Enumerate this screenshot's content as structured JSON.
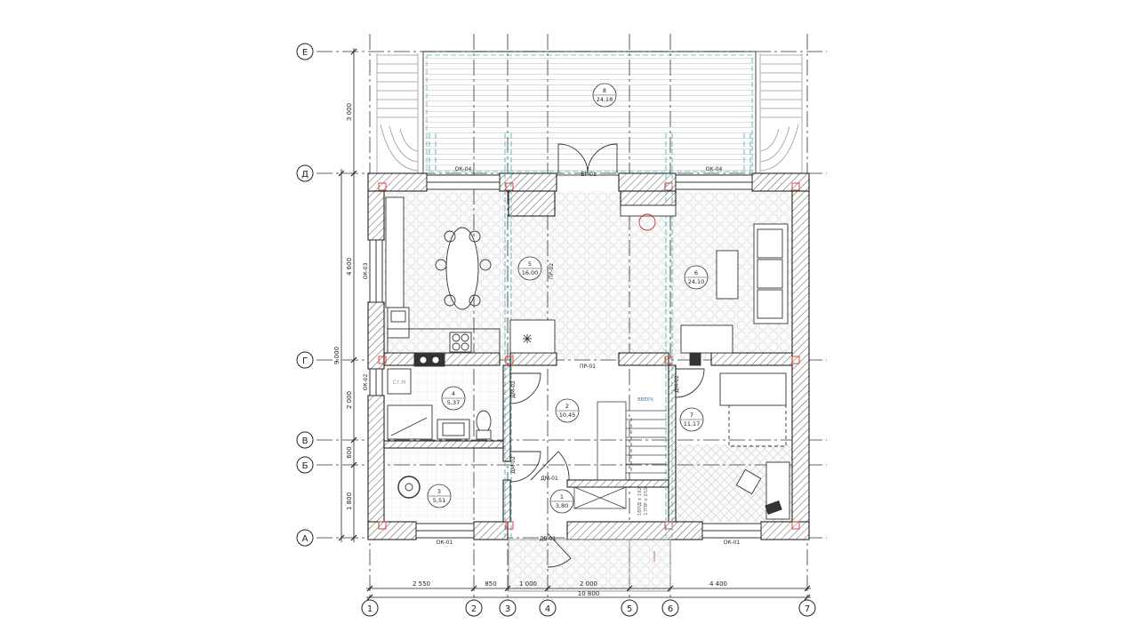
{
  "axes": {
    "rows": [
      "Е",
      "Д",
      "Г",
      "В",
      "Б",
      "А"
    ],
    "cols": [
      "1",
      "2",
      "3",
      "4",
      "5",
      "6",
      "7"
    ]
  },
  "dims": {
    "bottom": [
      "2 550",
      "850",
      "1 000",
      "2 000",
      "4 400"
    ],
    "total": "10 800",
    "left": [
      "3 000",
      "4 600",
      "2 000",
      "600",
      "1 800"
    ],
    "left_total": "9 000"
  },
  "rooms": [
    {
      "num": "8",
      "area": "24,18"
    },
    {
      "num": "5",
      "area": "16,00"
    },
    {
      "num": "6",
      "area": "24,10"
    },
    {
      "num": "4",
      "area": "5,37"
    },
    {
      "num": "2",
      "area": "10,45"
    },
    {
      "num": "7",
      "area": "11,17"
    },
    {
      "num": "3",
      "area": "5,51"
    },
    {
      "num": "1",
      "area": "3,80"
    }
  ],
  "tags": {
    "ok04a": "ОК-04",
    "ok04b": "ОК-04",
    "bg01": "БГ-01",
    "ok03": "ОК-03",
    "pr02": "ПР-02",
    "pr01": "ПР-01",
    "ok02": "ОК-02",
    "dm02a": "ДМ-02",
    "dm02b": "ДМ-02",
    "dm02c": "ДМ-02",
    "dm01": "ДМ-01",
    "dv01": "ДВ-01",
    "ok01a": "ОК-01",
    "ok01b": "ОК-01",
    "stm": "Ст.М",
    "stair_up": "ВВЕРХ",
    "stair_note1": "18ПД х 162",
    "stair_note2": "17ПР х 250"
  }
}
